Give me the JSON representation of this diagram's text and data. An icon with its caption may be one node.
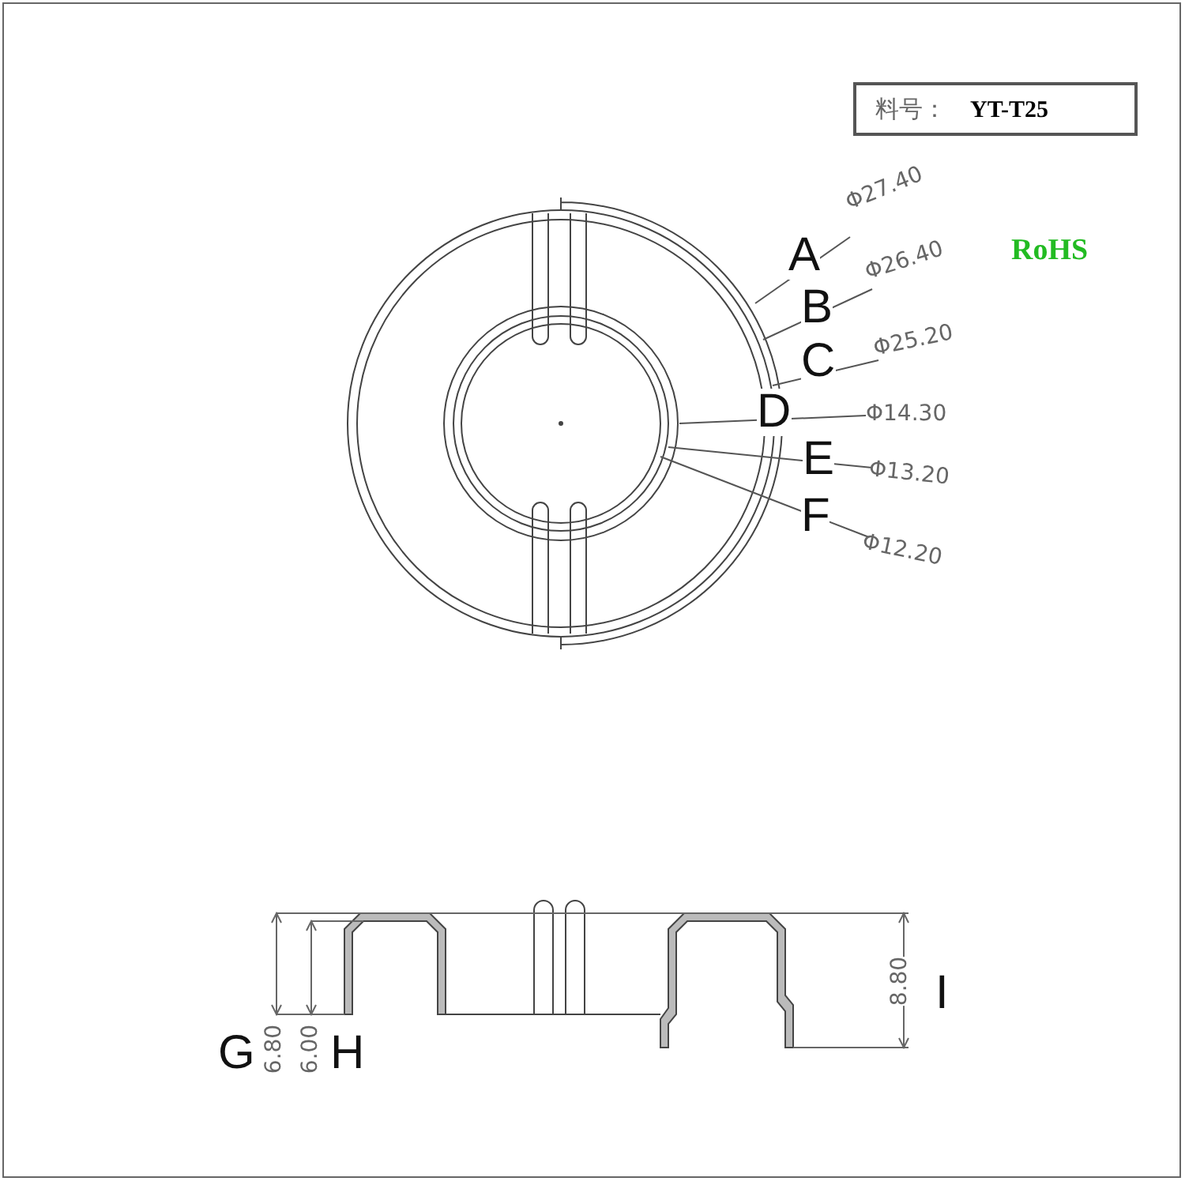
{
  "diagram": {
    "nodes": [
      {
        "text": [
          "料号：　**YT-T25**"
        ]
      }
    ],
    "labels": [
      "Φ27.40",
      "RoHS",
      "A",
      "B",
      "Φ26.40",
      "C",
      "Φ25.20",
      "D",
      "Φ14.30",
      "E",
      "Φ13.20",
      "F",
      "Φ12.20",
      "6.80",
      "6.00",
      "G",
      "H",
      "8.80",
      "I"
    ]
  }
}
